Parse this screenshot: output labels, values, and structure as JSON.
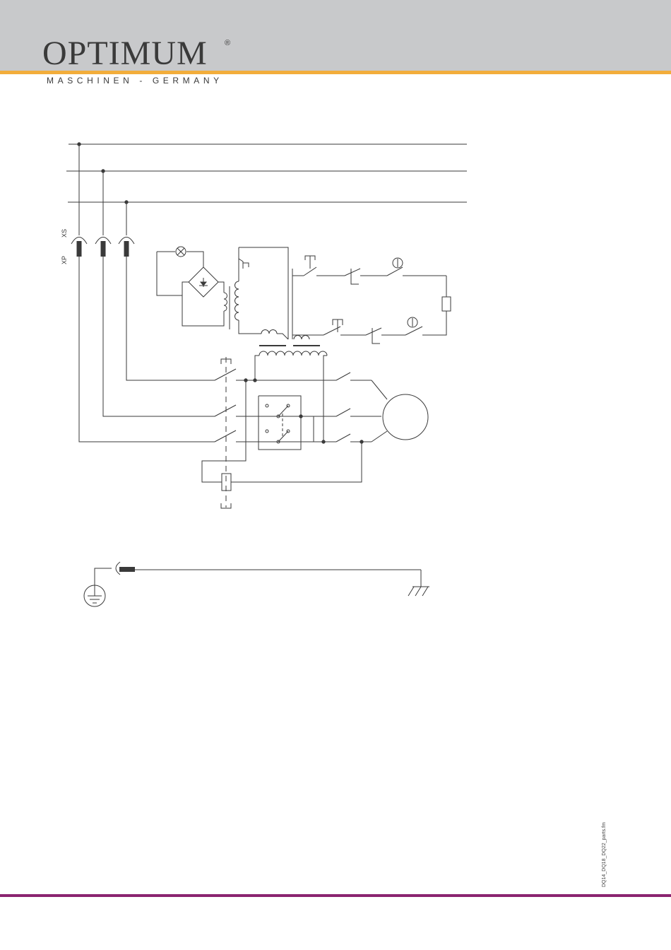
{
  "brand": {
    "name": "OPTIMUM",
    "registered": "®",
    "tagline": "MASCHINEN - GERMANY"
  },
  "diagram": {
    "connector_xs": "XS",
    "connector_xp": "XP"
  },
  "footer": {
    "file_ref": "DQ14_DQ18_DQ22_parts.fm"
  },
  "colors": {
    "header_band": "#c8c9cb",
    "header_stripe": "#f2ad3b",
    "footer_stripe": "#8b2470",
    "line": "#3a3a3a"
  }
}
